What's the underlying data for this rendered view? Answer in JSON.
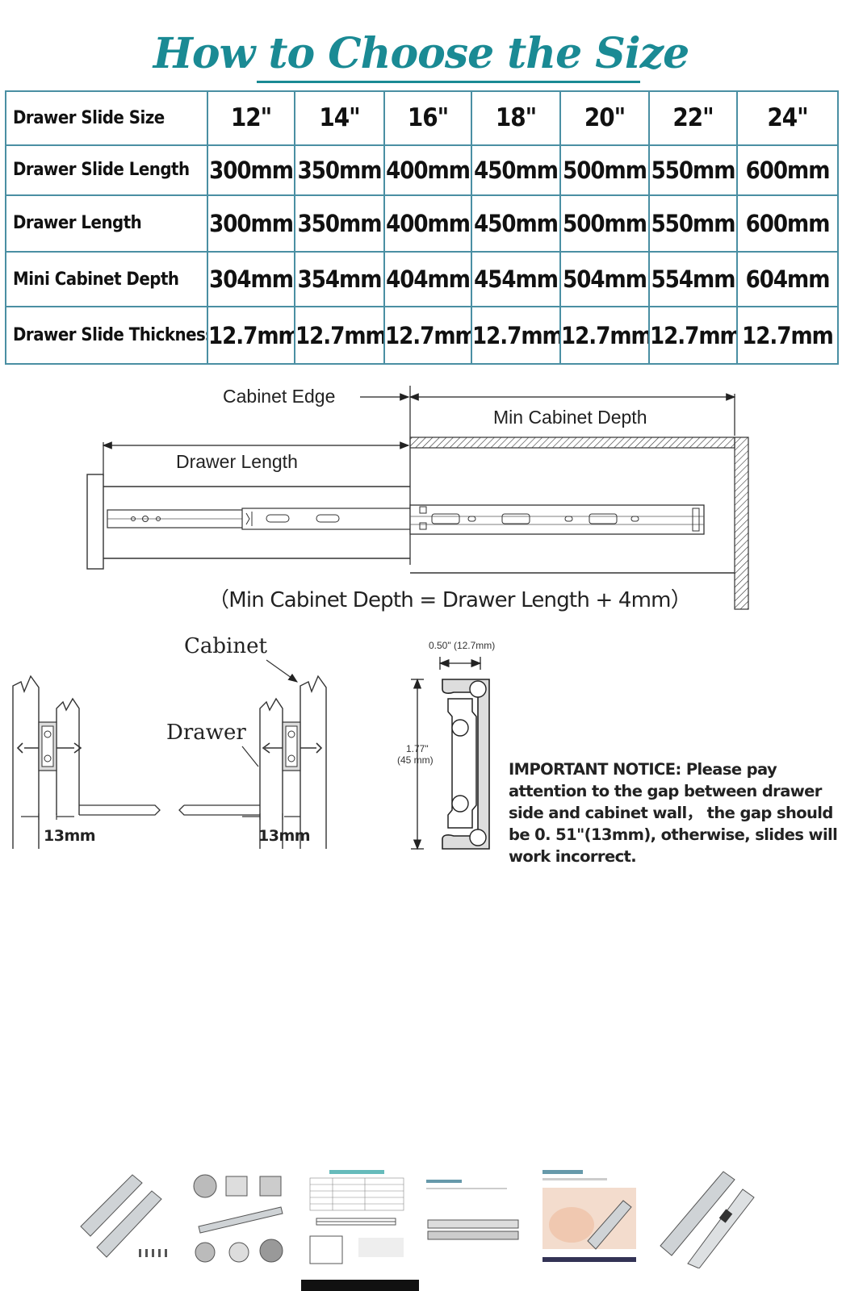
{
  "title": "How to Choose the Size",
  "colors": {
    "title": "#1a8a94",
    "table_border": "#4a8fa3",
    "text": "#111111"
  },
  "table": {
    "rows": [
      {
        "label": "Drawer Slide Size",
        "values": [
          "12\"",
          "14\"",
          "16\"",
          "18\"",
          "20\"",
          "22\"",
          "24\""
        ]
      },
      {
        "label": "Drawer Slide Length",
        "values": [
          "300mm",
          "350mm",
          "400mm",
          "450mm",
          "500mm",
          "550mm",
          "600mm"
        ]
      },
      {
        "label": "Drawer Length",
        "values": [
          "300mm",
          "350mm",
          "400mm",
          "450mm",
          "500mm",
          "550mm",
          "600mm"
        ]
      },
      {
        "label": "Mini Cabinet Depth",
        "values": [
          "304mm",
          "354mm",
          "404mm",
          "454mm",
          "504mm",
          "554mm",
          "604mm"
        ]
      },
      {
        "label": "Drawer Slide Thickness",
        "values": [
          "12.7mm",
          "12.7mm",
          "12.7mm",
          "12.7mm",
          "12.7mm",
          "12.7mm",
          "12.7mm"
        ]
      }
    ]
  },
  "diagram": {
    "cabinet_edge": "Cabinet Edge",
    "min_cabinet_depth": "Min Cabinet Depth",
    "drawer_length": "Drawer Length",
    "formula": "（Min Cabinet Depth = Drawer Length + 4mm）"
  },
  "side_view": {
    "cabinet": "Cabinet",
    "drawer": "Drawer",
    "gap_left": "13mm",
    "gap_right": "13mm"
  },
  "profile": {
    "width": "0.50\" (12.7mm)",
    "height_in": "1.77\"",
    "height_mm": "(45 mm)"
  },
  "notice": {
    "heading": "IMPORTANT NOTICE:",
    "body": "Please pay attention to the gap between drawer side and cabinet wall， the gap should be 0. 51\"(13mm), otherwise, slides will work incorrect."
  },
  "thumbnails": [
    {
      "icon": "drawer-slide-pair-thumbnail"
    },
    {
      "icon": "installation-parts-thumbnail"
    },
    {
      "icon": "size-chart-thumbnail"
    },
    {
      "icon": "full-extension-thumbnail"
    },
    {
      "icon": "smooth-quiet-thumbnail"
    },
    {
      "icon": "drawer-slide-closeup-thumbnail"
    }
  ]
}
